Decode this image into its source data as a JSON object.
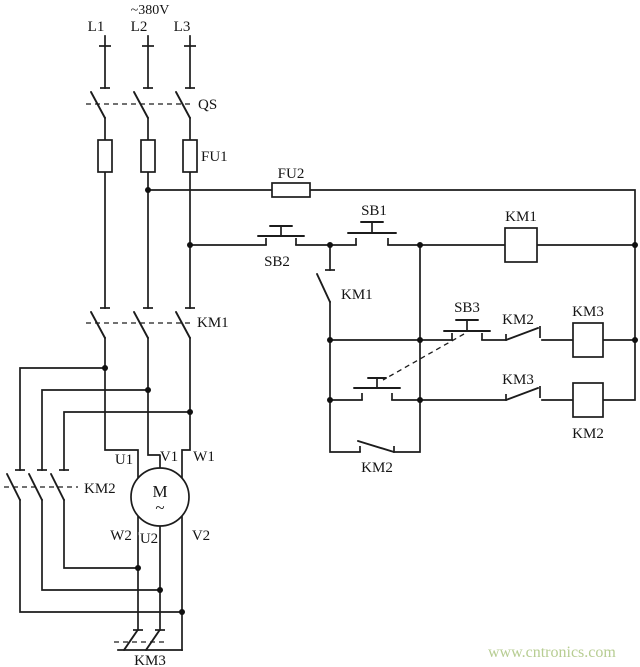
{
  "power": {
    "voltage": "~380V",
    "phases": [
      "L1",
      "L2",
      "L3"
    ]
  },
  "components": {
    "qs": "QS",
    "fu1": "FU1",
    "fu2": "FU2",
    "sb1": "SB1",
    "sb2": "SB2",
    "sb3": "SB3",
    "km1_main": "KM1",
    "km1_aux": "KM1",
    "km1_coil": "KM1",
    "km2_main": "KM2",
    "km2_interlock": "KM2",
    "km2_coil": "KM2",
    "km2_latch": "KM2",
    "km3_interlock": "KM3",
    "km3_coil": "KM3",
    "km3_star": "KM3"
  },
  "motor": {
    "symbol": "M",
    "ac": "~",
    "top_terminals": [
      "U1",
      "V1",
      "W1"
    ],
    "bottom_terminals": [
      "W2",
      "U2",
      "V2"
    ]
  },
  "watermark": {
    "text": "www.cntronics.com",
    "color": "#b7cd92"
  }
}
